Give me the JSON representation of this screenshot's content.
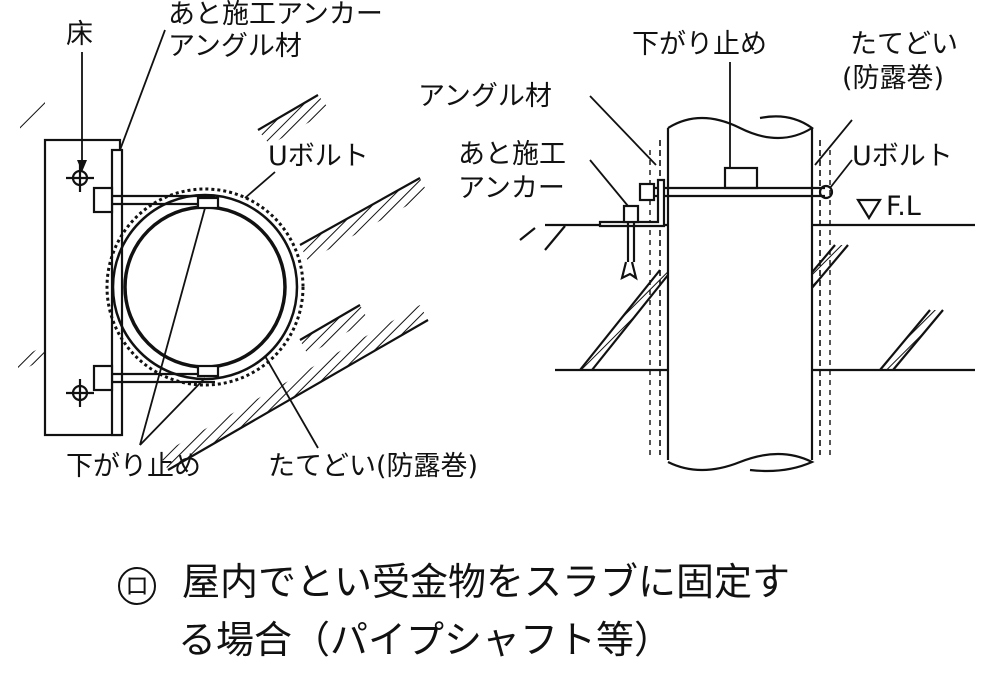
{
  "left_view": {
    "floor_label": "床",
    "anchor_angle_label_1": "あと施工アンカー",
    "anchor_angle_label_2": "アングル材",
    "ubolt_label": "Uボルト",
    "stopper_label": "下がり止め",
    "pipe_label": "たてどい(防露巻)"
  },
  "right_view": {
    "stopper_label": "下がり止め",
    "pipe_label_1": "たてどい",
    "pipe_label_2": "(防露巻)",
    "angle_label": "アングル材",
    "anchor_label_1": "あと施工",
    "anchor_label_2": "アンカー",
    "ubolt_label": "Uボルト",
    "fl_label": "F.L"
  },
  "caption": {
    "marker": "ロ",
    "line1": "屋内でとい受金物をスラブに固定す",
    "line2": "る場合（パイプシャフト等）"
  }
}
